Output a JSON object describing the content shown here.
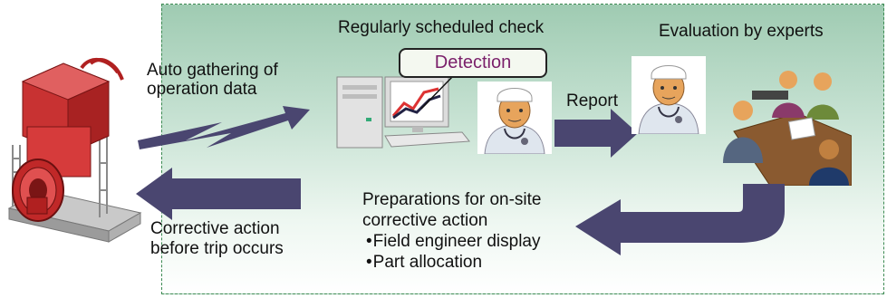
{
  "labels": {
    "scheduled_check": "Regularly scheduled check",
    "evaluation": "Evaluation by experts",
    "auto_gathering_1": "Auto gathering of",
    "auto_gathering_2": "operation data",
    "detection": "Detection",
    "report": "Report",
    "preparations_1": "Preparations for on-site",
    "preparations_2": "corrective action",
    "bullet_1": "Field engineer display",
    "bullet_2": "Part allocation",
    "corrective_1": "Corrective action",
    "corrective_2": "before trip occurs"
  },
  "icons": {
    "machine": "turbine-machine-icon",
    "computer": "computer-icon",
    "doctor": "doctor-icon",
    "meeting": "expert-meeting-icon"
  },
  "colors": {
    "arrow": "#4a4670",
    "detection_text": "#7a1f6a",
    "panel_border": "#3c8a52",
    "machine_red": "#d63b3b"
  }
}
